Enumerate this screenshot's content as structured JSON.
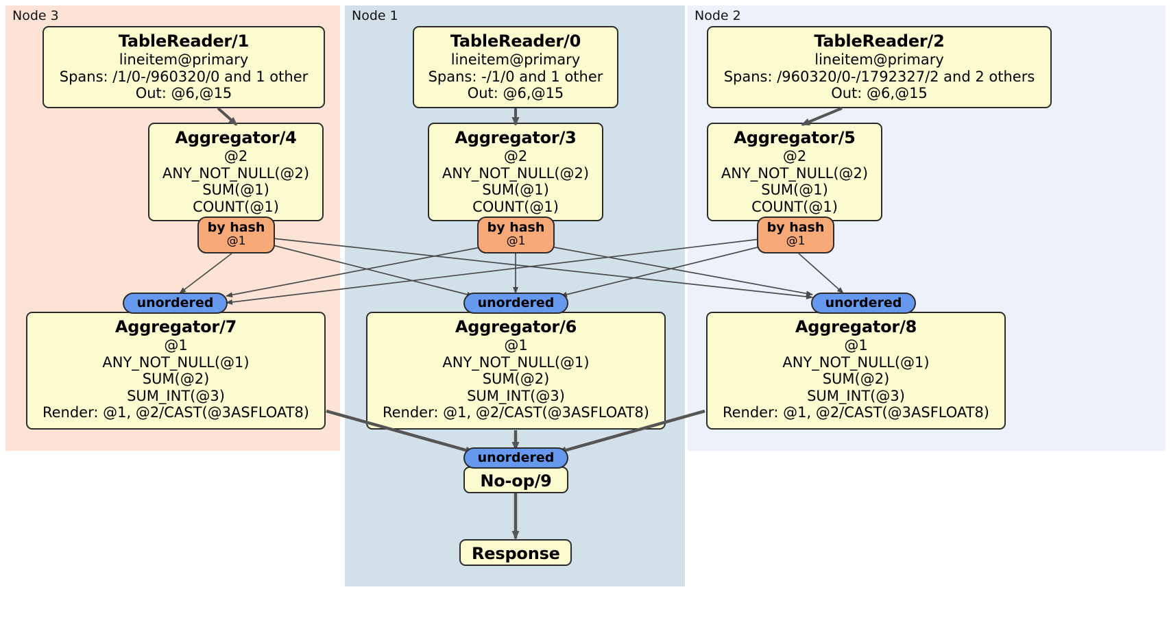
{
  "diagram": {
    "kind": "distributed-query-plan",
    "clusters": [
      {
        "id": "node3",
        "label": "Node 3",
        "color": "#fde3d5"
      },
      {
        "id": "node1",
        "label": "Node 1",
        "color": "#d2e0ea"
      },
      {
        "id": "node2",
        "label": "Node 2",
        "color": "#ecf1fb"
      }
    ],
    "colors": {
      "box_fill": "#fbfbcf",
      "box_stroke": "#2b2b2b",
      "hash_fill": "#f7a977",
      "unordered_fill": "#6699ee",
      "edge_thin": "#4a4a4a",
      "edge_thick": "#555555"
    },
    "processors": {
      "table_reader_1": {
        "title": "TableReader/1",
        "lines": [
          "lineitem@primary",
          "Spans: /1/0-/960320/0 and 1 other",
          "Out: @6,@15"
        ]
      },
      "table_reader_0": {
        "title": "TableReader/0",
        "lines": [
          "lineitem@primary",
          "Spans: -/1/0 and 1 other",
          "Out: @6,@15"
        ]
      },
      "table_reader_2": {
        "title": "TableReader/2",
        "lines": [
          "lineitem@primary",
          "Spans: /960320/0-/1792327/2 and 2 others",
          "Out: @6,@15"
        ]
      },
      "aggregator_4": {
        "title": "Aggregator/4",
        "lines": [
          "@2",
          "ANY_NOT_NULL(@2)",
          "SUM(@1)",
          "COUNT(@1)"
        ]
      },
      "aggregator_3": {
        "title": "Aggregator/3",
        "lines": [
          "@2",
          "ANY_NOT_NULL(@2)",
          "SUM(@1)",
          "COUNT(@1)"
        ]
      },
      "aggregator_5": {
        "title": "Aggregator/5",
        "lines": [
          "@2",
          "ANY_NOT_NULL(@2)",
          "SUM(@1)",
          "COUNT(@1)"
        ]
      },
      "aggregator_7": {
        "title": "Aggregator/7",
        "lines": [
          "@1",
          "ANY_NOT_NULL(@1)",
          "SUM(@2)",
          "SUM_INT(@3)",
          "Render: @1, @2/CAST(@3ASFLOAT8)"
        ]
      },
      "aggregator_6": {
        "title": "Aggregator/6",
        "lines": [
          "@1",
          "ANY_NOT_NULL(@1)",
          "SUM(@2)",
          "SUM_INT(@3)",
          "Render: @1, @2/CAST(@3ASFLOAT8)"
        ]
      },
      "aggregator_8": {
        "title": "Aggregator/8",
        "lines": [
          "@1",
          "ANY_NOT_NULL(@1)",
          "SUM(@2)",
          "SUM_INT(@3)",
          "Render: @1, @2/CAST(@3ASFLOAT8)"
        ]
      },
      "noop_9": {
        "title": "No-op/9",
        "lines": []
      },
      "response": {
        "title": "Response",
        "lines": []
      }
    },
    "routers": {
      "hash_left": {
        "label": "by hash",
        "sub": "@1"
      },
      "hash_mid": {
        "label": "by hash",
        "sub": "@1"
      },
      "hash_right": {
        "label": "by hash",
        "sub": "@1"
      }
    },
    "synchronizers": {
      "unordered_left": {
        "label": "unordered"
      },
      "unordered_mid": {
        "label": "unordered"
      },
      "unordered_right": {
        "label": "unordered"
      },
      "unordered_final": {
        "label": "unordered"
      }
    }
  }
}
